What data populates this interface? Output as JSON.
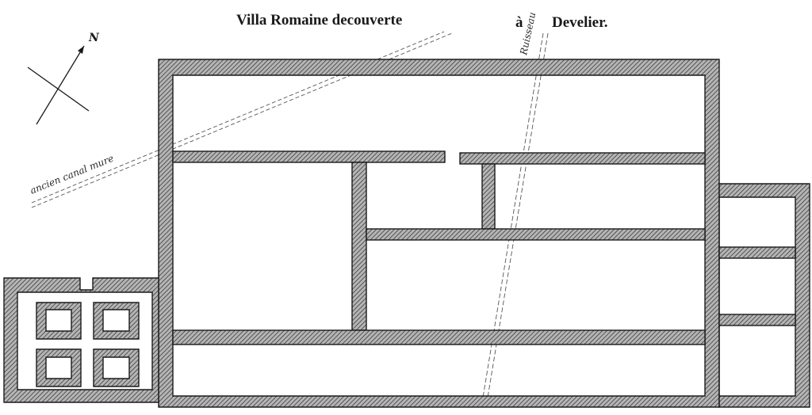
{
  "plan": {
    "title_left": "Villa Romaine decouverte",
    "title_a": "à",
    "title_right": "Develier.",
    "canal_label": "ancien canal mure",
    "stream_label": "Ruisseau",
    "north_label": "N"
  },
  "colors": {
    "ink": "#1a1a1a",
    "wall_fill": "#9a9a9a",
    "paper": "#ffffff"
  }
}
